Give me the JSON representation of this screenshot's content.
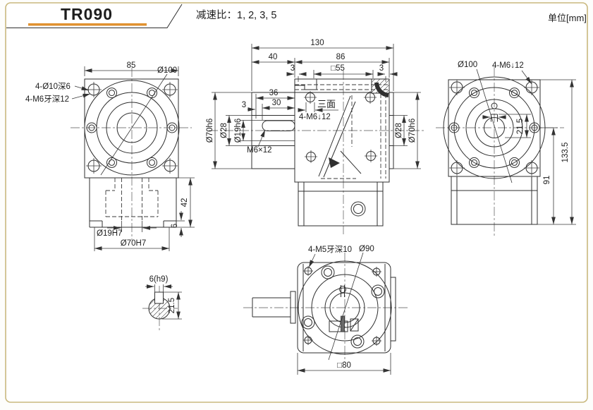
{
  "header": {
    "title": "TR090",
    "ratio": "减速比：1, 2, 3, 5",
    "unit": "单位[mm]"
  },
  "front": {
    "dim_width": "85",
    "label_bolt_circle": "Ø100",
    "label_holes_a": "4-Ø10深6",
    "label_holes_b": "4-M6牙深12",
    "dim_body": "42",
    "dim_foot": "6",
    "dim_bore": "Ø19H7",
    "dim_spigot": "Ø70H7"
  },
  "section": {
    "dim_overall": "130",
    "dim_input": "40",
    "dim_body": "86",
    "dim_edge_l": "3",
    "dim_square": "□55",
    "dim_edge_r": "3",
    "dim_key_total": "36",
    "dim_key": "30",
    "dim_key_edge": "3",
    "dim_flange": "Ø70h6",
    "dim_step": "Ø28",
    "dim_shaft": "Ø19h6",
    "label_tap": "M6×12",
    "label_faces": "三面",
    "label_tap4": "4-M6↓12",
    "dim_out_step": "Ø28",
    "dim_out_flange": "Ø70h6"
  },
  "side": {
    "label_bolt_circle": "Ø100",
    "label_tap4": "4-M6↓12",
    "dim_key": "21.5",
    "dim_total": "133.5",
    "dim_center": "91"
  },
  "bottom": {
    "label_tap4": "4-M5牙深10",
    "label_bolt_circle": "Ø90",
    "dim_square": "□80"
  },
  "shaft": {
    "dim_key_w": "6(h9)",
    "dim_key_h": "21.5"
  },
  "colors": {
    "accent": "#E0912F",
    "frame": "#C9B87E",
    "line": "#2F2F2F"
  }
}
